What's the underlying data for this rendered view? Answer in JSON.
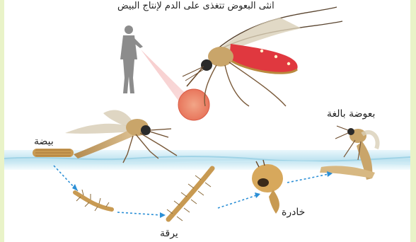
{
  "caption": "انثى البعوض تتغذى على الدم لإنتاج البيض",
  "stages": {
    "egg": "بيضة",
    "larva": "يرقة",
    "pupa": "خادرة",
    "adult": "بعوضة بالغة"
  },
  "colors": {
    "water": "#bfe3f0",
    "arrow": "#2b8fd6",
    "mosquito_body": "#c9a56a",
    "blood": "#e0383f",
    "background": "#e9f3c8"
  }
}
